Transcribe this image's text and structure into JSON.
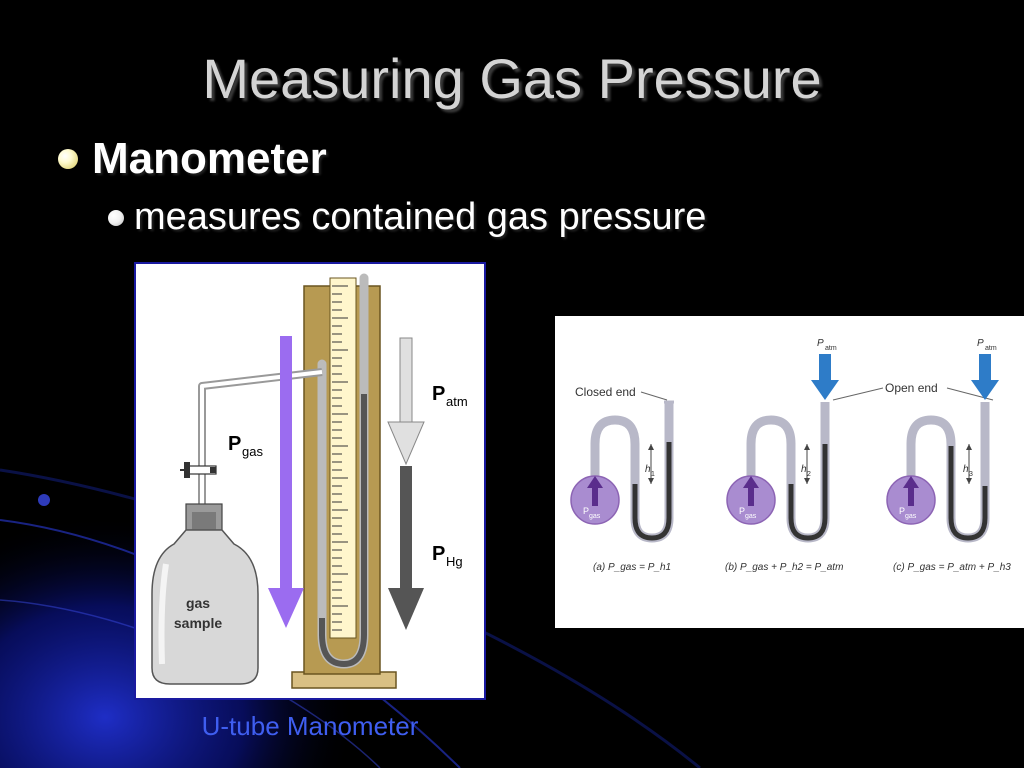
{
  "slide": {
    "title": "Measuring Gas Pressure",
    "bullets": [
      {
        "text": "Manometer"
      },
      {
        "text": "measures contained gas pressure"
      }
    ]
  },
  "left_diagram": {
    "label_gas": "gas",
    "label_sample": "sample",
    "p_gas_main": "P",
    "p_gas_sub": "gas",
    "p_atm_main": "P",
    "p_atm_sub": "atm",
    "p_hg_main": "P",
    "p_hg_sub": "Hg",
    "caption": "U-tube Manometer"
  },
  "right_diagram": {
    "closed_end": "Closed end",
    "open_end": "Open end",
    "panels": [
      {
        "h_label": "h",
        "h_sub": "1",
        "equation": "(a) P_gas = P_h1"
      },
      {
        "h_label": "h",
        "h_sub": "2",
        "equation": "(b) P_gas + P_h2 = P_atm"
      },
      {
        "h_label": "h",
        "h_sub": "3",
        "equation": "(c) P_gas = P_atm + P_h3"
      }
    ],
    "p_label": "P",
    "gas_sub": "gas",
    "atm_sub": "atm"
  },
  "colors": {
    "arrow_purple": "#9b6cf0",
    "mercury": "#555555",
    "tube_wood": "#b79a52",
    "caption_blue": "#3f5ef0",
    "flask_purple": "#8c64b4"
  }
}
